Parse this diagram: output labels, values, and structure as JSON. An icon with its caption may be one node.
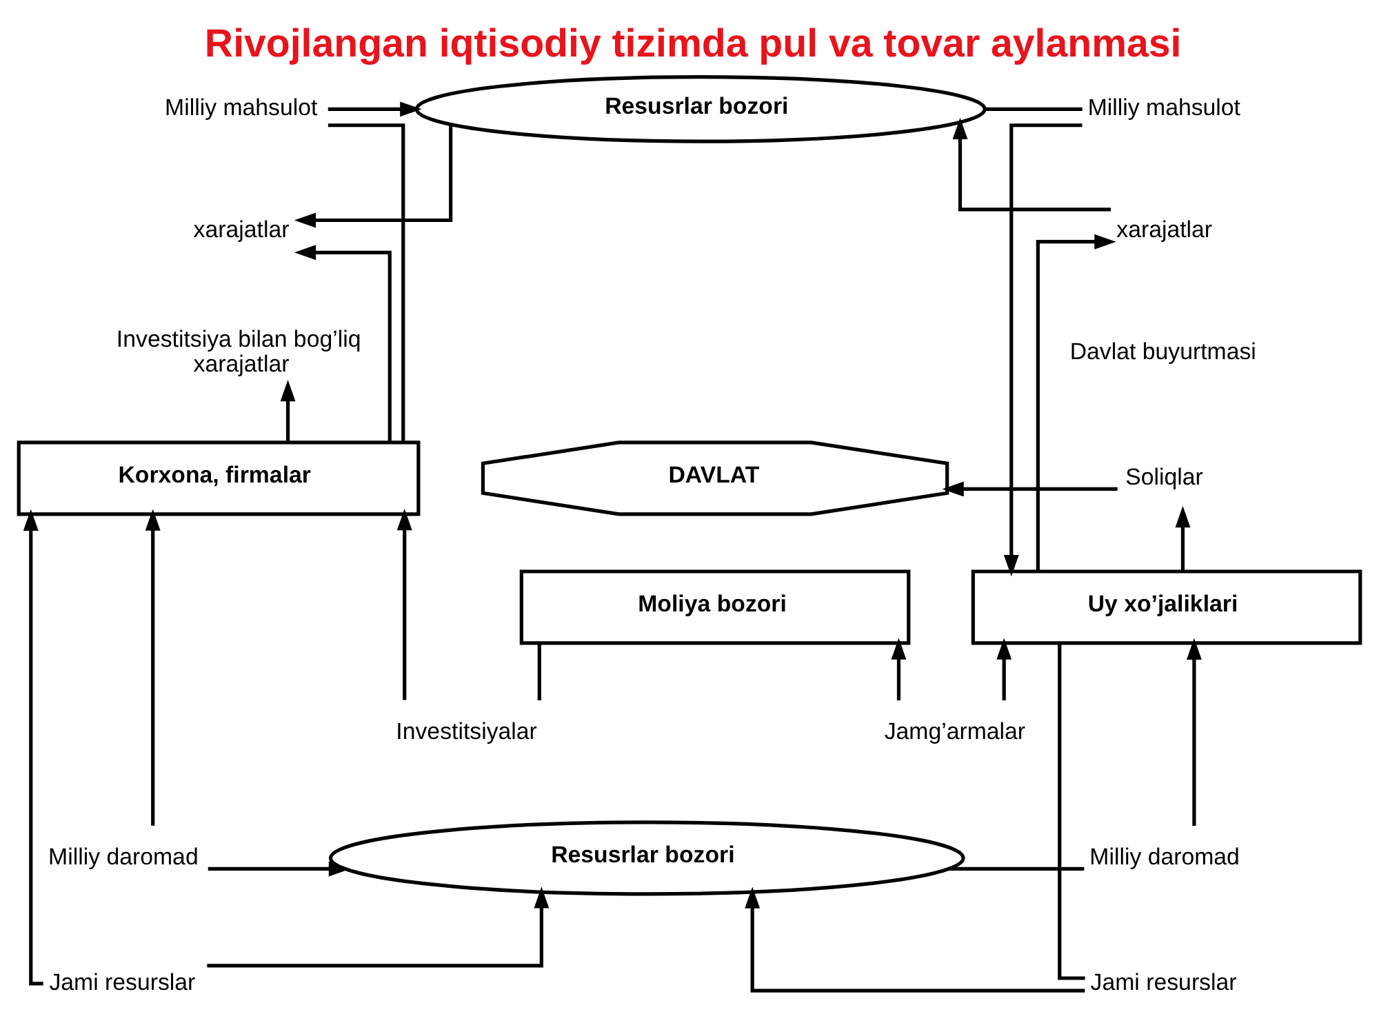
{
  "diagram": {
    "title": "Rivojlangan iqtisodiy tizimda pul va tovar aylanmasi",
    "nodes": [
      {
        "text": [
          "Milliy mahsulot"
        ]
      },
      {
        "text": [
          "Resusrlar bozori"
        ]
      },
      {
        "text": [
          "Milliy mahsulot"
        ]
      },
      {
        "text": [
          "xarajatlar"
        ]
      },
      {
        "text": [
          "xarajatlar"
        ]
      },
      {
        "text": [
          "Investitsiya bilan bog’liq xarajatlar"
        ]
      },
      {
        "text": [
          "Korxona, firmalar"
        ]
      },
      {
        "text": [
          "DAVLAT"
        ]
      },
      {
        "text": [
          "Soliqlar"
        ]
      },
      {
        "text": [
          "Uy xo’jaliklari"
        ]
      },
      {
        "text": [
          "Moliya bozori"
        ]
      },
      {
        "text": [
          "Investitsiyalar"
        ]
      },
      {
        "text": [
          "Jamg’armalar"
        ]
      },
      {
        "text": [
          "Milliy daromad"
        ]
      },
      {
        "text": [
          "Resusrlar bozori"
        ]
      },
      {
        "text": [
          "Milliy daromad"
        ]
      },
      {
        "text": [
          "Jami resurslar"
        ]
      },
      {
        "text": [
          "Jami resurslar"
        ]
      }
    ],
    "edges": [
      {
        "from": 0,
        "to": 1,
        "arrow": "to"
      },
      {
        "from": 1,
        "to": 3,
        "arrow": "to"
      },
      {
        "from": 2,
        "to": 1,
        "arrow": "none"
      },
      {
        "from": 4,
        "to": 1,
        "arrow": "to"
      },
      {
        "from": 6,
        "to": 0,
        "arrow": "none"
      },
      {
        "from": 6,
        "to": 3,
        "arrow": "to"
      },
      {
        "from": 6,
        "to": 5,
        "arrow": "to"
      },
      {
        "from": 2,
        "to": 9,
        "arrow": "to"
      },
      {
        "from": 9,
        "to": 4,
        "arrow": "to"
      },
      {
        "from": 8,
        "to": 7,
        "arrow": "to"
      },
      {
        "from": 9,
        "to": 8,
        "arrow": "to"
      },
      {
        "from": 10,
        "to": 11,
        "arrow": "none"
      },
      {
        "from": 11,
        "to": 6,
        "arrow": "to"
      },
      {
        "from": 12,
        "to": 10,
        "arrow": "to"
      },
      {
        "from": 12,
        "to": 9,
        "arrow": "to"
      },
      {
        "from": 13,
        "to": 6,
        "arrow": "to"
      },
      {
        "from": 13,
        "to": 14,
        "arrow": "to"
      },
      {
        "from": 14,
        "to": 15,
        "arrow": "none"
      },
      {
        "from": 15,
        "to": 9,
        "arrow": "to"
      },
      {
        "from": 16,
        "to": 6,
        "arrow": "to"
      },
      {
        "from": 16,
        "to": 14,
        "arrow": "to"
      },
      {
        "from": 17,
        "to": 14,
        "arrow": "to"
      },
      {
        "from": 9,
        "to": 17,
        "arrow": "none"
      }
    ],
    "labels": [
      "Davlat buyurtmasi"
    ]
  }
}
